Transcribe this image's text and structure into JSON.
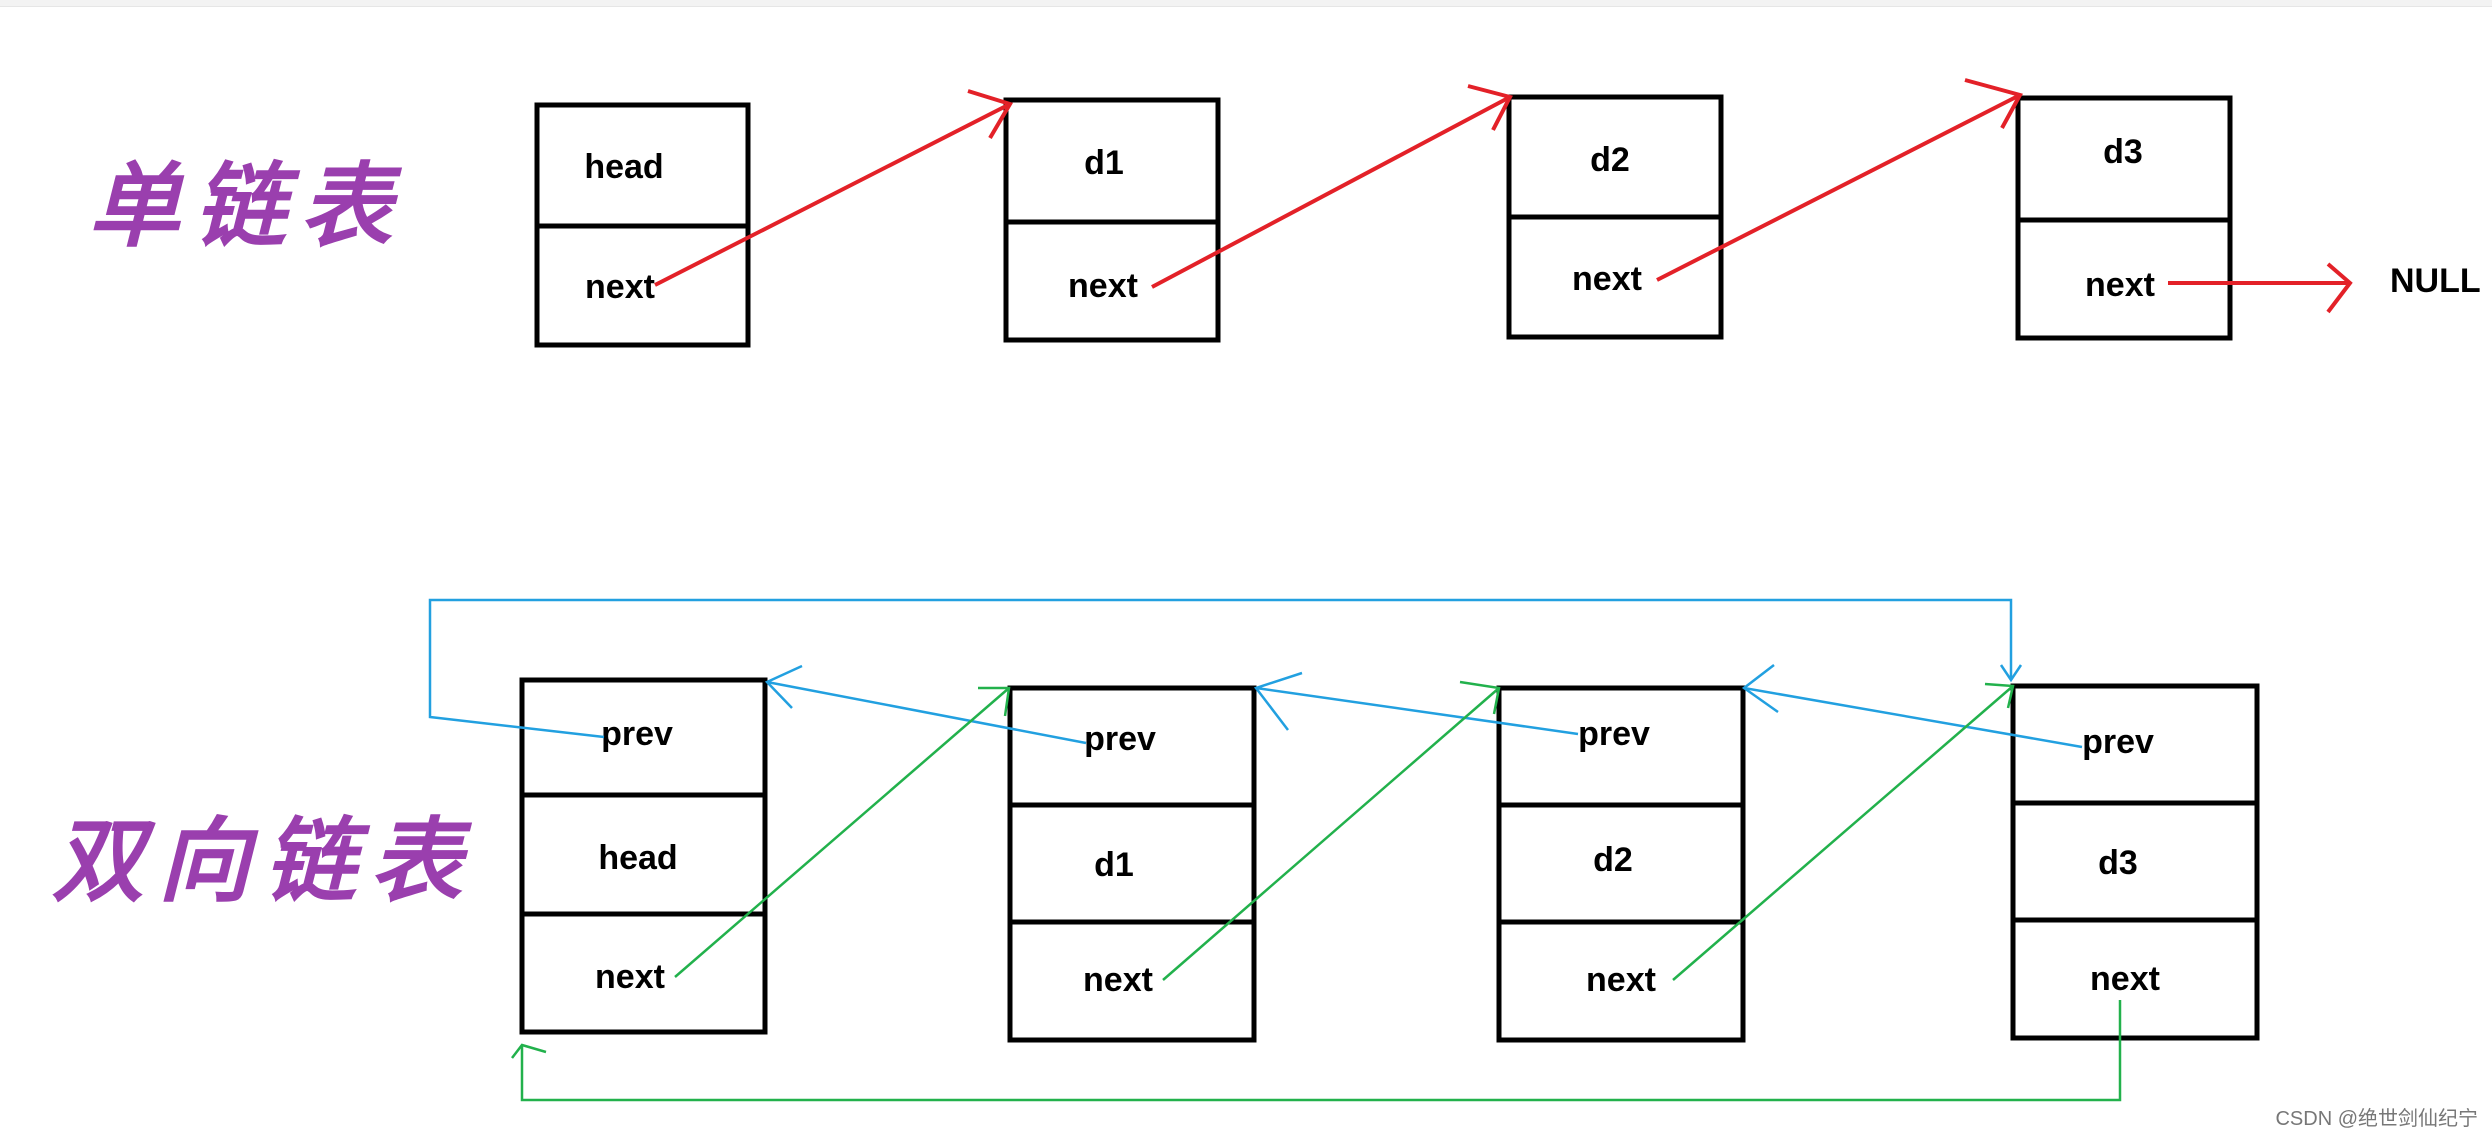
{
  "colors": {
    "single_link_arrow": "#e32128",
    "prev_arrow": "#22a0e0",
    "next_arrow": "#22b14c",
    "title": "#9a3fae"
  },
  "singly_linked_list": {
    "title": "单链表",
    "nodes": [
      {
        "top": "head",
        "bottom": "next"
      },
      {
        "top": "d1",
        "bottom": "next"
      },
      {
        "top": "d2",
        "bottom": "next"
      },
      {
        "top": "d3",
        "bottom": "next"
      }
    ],
    "terminal": "NULL"
  },
  "doubly_linked_list": {
    "title": "双向链表",
    "nodes": [
      {
        "prev": "prev",
        "data": "head",
        "next": "next"
      },
      {
        "prev": "prev",
        "data": "d1",
        "next": "next"
      },
      {
        "prev": "prev",
        "data": "d2",
        "next": "next"
      },
      {
        "prev": "prev",
        "data": "d3",
        "next": "next"
      }
    ]
  },
  "watermark": "CSDN @绝世剑仙纪宁"
}
